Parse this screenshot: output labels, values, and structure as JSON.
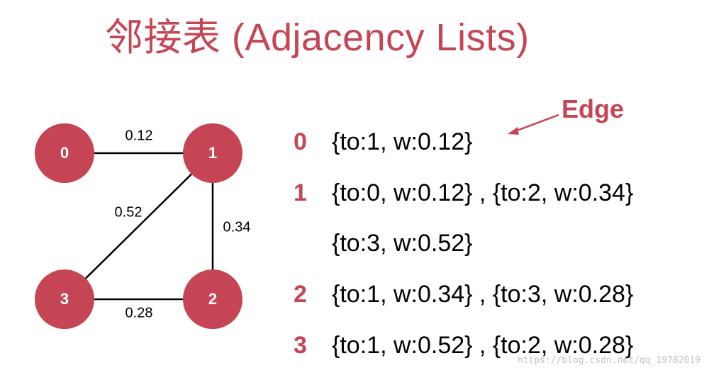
{
  "title": "邻接表 (Adjacency Lists)",
  "colors": {
    "accent": "#c64554",
    "node_fill": "#c64554",
    "node_text": "#ffffff",
    "edge_line": "#000000",
    "text": "#000000"
  },
  "graph": {
    "nodes": [
      {
        "id": "0",
        "label": "0"
      },
      {
        "id": "1",
        "label": "1"
      },
      {
        "id": "2",
        "label": "2"
      },
      {
        "id": "3",
        "label": "3"
      }
    ],
    "edges": [
      {
        "from": "0",
        "to": "1",
        "weight": "0.12"
      },
      {
        "from": "1",
        "to": "2",
        "weight": "0.34"
      },
      {
        "from": "1",
        "to": "3",
        "weight": "0.52"
      },
      {
        "from": "2",
        "to": "3",
        "weight": "0.28"
      }
    ]
  },
  "adjacency": {
    "rows": [
      {
        "index": "0",
        "entries": "{to:1, w:0.12}"
      },
      {
        "index": "1",
        "entries": "{to:0, w:0.12} , {to:2, w:0.34}"
      },
      {
        "index": "",
        "entries": "{to:3, w:0.52}"
      },
      {
        "index": "2",
        "entries": "{to:1, w:0.34} , {to:3, w:0.28}"
      },
      {
        "index": "3",
        "entries": "{to:1, w:0.52} , {to:2, w:0.28}"
      }
    ]
  },
  "callout": {
    "label": "Edge",
    "arrow_icon": "arrow-left-down-icon"
  },
  "watermark": "https://blog.csdn.net/qq_19782019"
}
